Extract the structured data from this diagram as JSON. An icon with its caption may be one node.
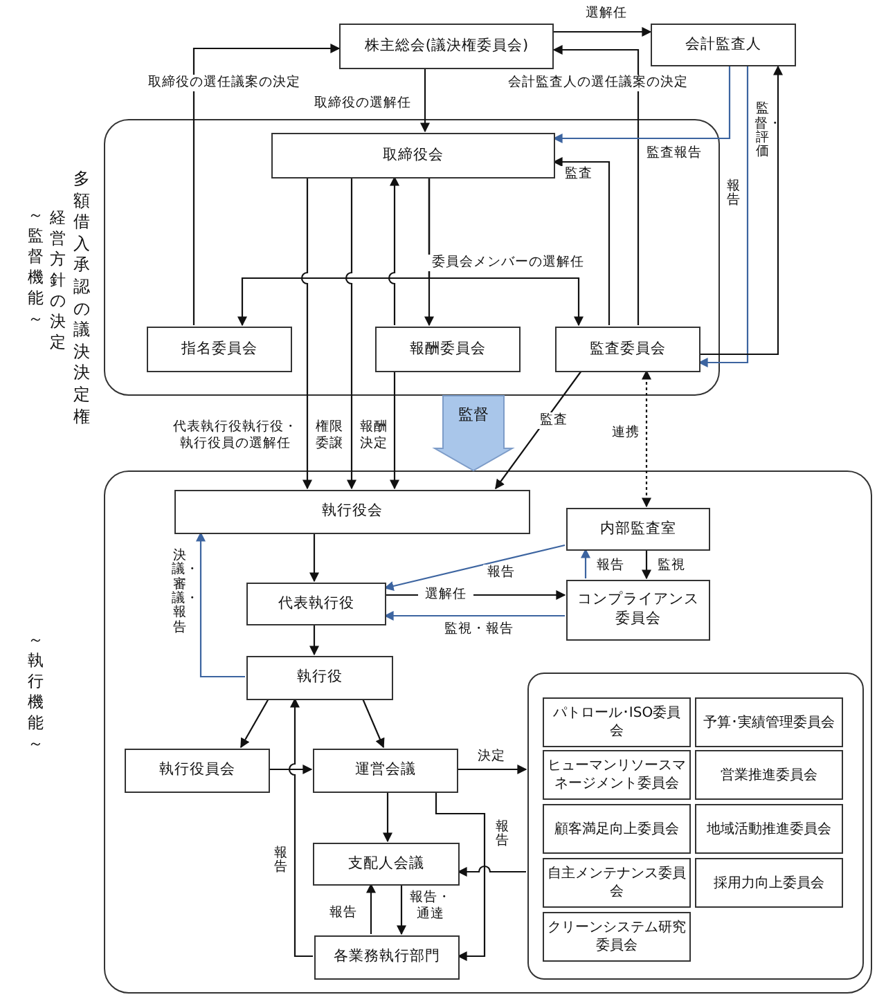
{
  "diagram": {
    "nodes": [
      {
        "text": [],
        "shape": "box"
      },
      {
        "text": [
          "株主総会(議決権委員会)"
        ]
      },
      {
        "text": [
          "会計監査人"
        ]
      },
      {
        "text": [
          "取締役会"
        ],
        "in": 0
      },
      {
        "text": [
          "指名委員会"
        ],
        "in": 0
      },
      {
        "text": [
          "報酬委員会"
        ],
        "in": 0
      },
      {
        "text": [
          "監査委員会"
        ],
        "in": 0
      },
      {
        "text": [],
        "shape": "box"
      },
      {
        "text": [
          "執行役会"
        ],
        "in": 7
      },
      {
        "text": [
          "内部監査室"
        ],
        "in": 7
      },
      {
        "text": [
          "代表執行役"
        ],
        "in": 7
      },
      {
        "text": [
          "コンプライアンス委員会"
        ],
        "in": 7
      },
      {
        "text": [
          "執行役"
        ],
        "in": 7
      },
      {
        "text": [
          "執行役員会"
        ],
        "in": 7
      },
      {
        "text": [
          "運営会議"
        ],
        "in": 7
      },
      {
        "text": [
          "支配人会議"
        ],
        "in": 7
      },
      {
        "text": [
          "各業務執行部門"
        ],
        "in": 7
      },
      {
        "text": [],
        "shape": "box",
        "in": 7
      },
      {
        "text": [
          "パトロール･ISO委員会"
        ],
        "in": 17
      },
      {
        "text": [
          "予算･実績管理委員会"
        ],
        "in": 17
      },
      {
        "text": [
          "ヒューマンリソースマネージメント委員会"
        ],
        "in": 17
      },
      {
        "text": [
          "営業推進委員会"
        ],
        "in": 17
      },
      {
        "text": [
          "顧客満足向上委員会"
        ],
        "in": 17
      },
      {
        "text": [
          "地域活動推進委員会"
        ],
        "in": 17
      },
      {
        "text": [
          "自主メンテナンス委員会"
        ],
        "in": 17
      },
      {
        "text": [
          "採用力向上委員会"
        ],
        "in": 17
      },
      {
        "text": [
          "クリーンシステム研究委員会"
        ],
        "in": 17
      }
    ],
    "edges": [
      {
        "from": 1,
        "to": 2,
        "arrow": "to",
        "label": "選解任"
      },
      {
        "from": 4,
        "to": 1,
        "arrow": "to",
        "label": "取締役の選任議案の決定"
      },
      {
        "from": 6,
        "to": 1,
        "arrow": "to",
        "label": "会計監査人の選任議案の決定"
      },
      {
        "from": 1,
        "to": 3,
        "arrow": "to",
        "label": "取締役の選解任"
      },
      {
        "from": 2,
        "to": 3,
        "arrow": "to",
        "label": "監査報告",
        "color": "#3c64a0"
      },
      {
        "from": 2,
        "to": 6,
        "arrow": "to",
        "label": "報告",
        "color": "#3c64a0"
      },
      {
        "from": 6,
        "to": 2,
        "arrow": "to",
        "label": "監督・評価"
      },
      {
        "from": 6,
        "to": 3,
        "arrow": "to",
        "label": "監査"
      },
      {
        "from": 3,
        "to": 5,
        "arrow": "to"
      },
      {
        "from": 3,
        "to": 4,
        "arrow": "to"
      },
      {
        "from": 3,
        "to": 6,
        "arrow": "to",
        "label": "委員会メンバーの選解任"
      },
      {
        "from": 5,
        "to": 3,
        "arrow": "to"
      },
      {
        "from": 3,
        "to": 8,
        "arrow": "to",
        "label": "代表執行役執行役・執行役員の選解任"
      },
      {
        "from": 3,
        "to": 8,
        "arrow": "to",
        "label": "権限委譲"
      },
      {
        "from": 5,
        "to": 8,
        "arrow": "to",
        "label": "報酬決定"
      },
      {
        "from": 6,
        "to": 8,
        "arrow": "to",
        "label": "監査"
      },
      {
        "from": 6,
        "to": 9,
        "arrow": "both",
        "label": "連携",
        "style": "dashed"
      },
      {
        "from": 8,
        "to": 10,
        "arrow": "to"
      },
      {
        "from": 9,
        "to": 10,
        "arrow": "to",
        "label": "報告",
        "color": "#3c64a0"
      },
      {
        "from": 11,
        "to": 9,
        "arrow": "to",
        "label": "報告",
        "color": "#3c64a0"
      },
      {
        "from": 9,
        "to": 11,
        "arrow": "to",
        "label": "監視"
      },
      {
        "from": 10,
        "to": 11,
        "arrow": "to",
        "label": "選解任"
      },
      {
        "from": 11,
        "to": 10,
        "arrow": "to",
        "label": "監視・報告",
        "color": "#3c64a0"
      },
      {
        "from": 10,
        "to": 12,
        "arrow": "to"
      },
      {
        "from": 12,
        "to": 8,
        "arrow": "to",
        "label": "決議・審議・報告",
        "color": "#3c64a0"
      },
      {
        "from": 12,
        "to": 13,
        "arrow": "to"
      },
      {
        "from": 12,
        "to": 14,
        "arrow": "to"
      },
      {
        "from": 13,
        "to": 14,
        "arrow": "to"
      },
      {
        "from": 16,
        "to": 12,
        "arrow": "to",
        "label": "報告"
      },
      {
        "from": 14,
        "to": 17,
        "arrow": "to",
        "label": "決定"
      },
      {
        "from": 14,
        "to": 15,
        "arrow": "to"
      },
      {
        "from": 14,
        "to": 16,
        "arrow": "to",
        "label": "報告"
      },
      {
        "from": 17,
        "to": 15,
        "arrow": "to"
      },
      {
        "from": 16,
        "to": 15,
        "arrow": "to",
        "label": "報告"
      },
      {
        "from": 15,
        "to": 16,
        "arrow": "to",
        "label": "報告・通達"
      },
      {
        "from": 0,
        "to": 7,
        "arrow": "to",
        "label": "監督",
        "style": "thick",
        "color": "#a9c6ea"
      }
    ],
    "labels": [
      "多額借入承認の議決決定権",
      "経営方針の決定",
      "～監督機能～",
      "～執行機能～"
    ]
  }
}
